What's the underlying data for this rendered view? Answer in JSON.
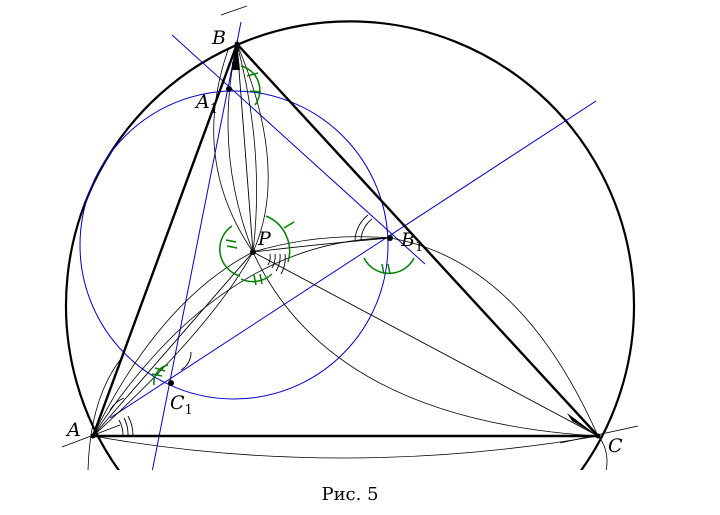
{
  "points": {
    "A": "A",
    "B": "B",
    "C": "C",
    "P": "P",
    "A1": {
      "main": "A",
      "sub": "1"
    },
    "B1": {
      "main": "B",
      "sub": "1"
    },
    "C1": {
      "main": "C",
      "sub": "1"
    }
  },
  "colors": {
    "construction": "#0000cc",
    "angle_marks": "#008000",
    "lines": "#000000"
  },
  "caption": "Рис. 5"
}
